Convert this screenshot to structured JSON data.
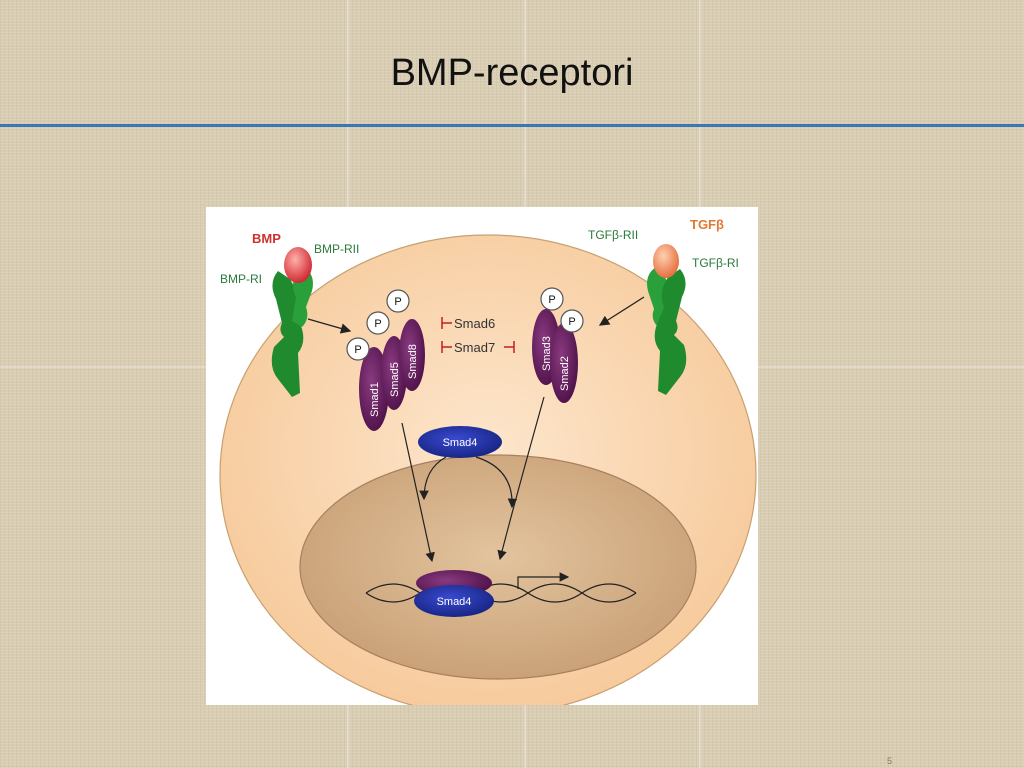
{
  "slide": {
    "title": "BMP-receptori",
    "page_number": "5"
  },
  "diagram": {
    "labels": {
      "bmp": "BMP",
      "bmp_rii": "BMP-RII",
      "bmp_ri": "BMP-RI",
      "tgfb": "TGFβ",
      "tgfb_rii": "TGFβ-RII",
      "tgfb_ri": "TGFβ-RI",
      "smad1": "Smad1",
      "smad5": "Smad5",
      "smad8": "Smad8",
      "smad3": "Smad3",
      "smad2": "Smad2",
      "smad4_cyto": "Smad4",
      "smad4_nucleus": "Smad4",
      "smad6": "Smad6",
      "smad7": "Smad7",
      "p": "P"
    },
    "colors": {
      "bmp_ligand": "#e0424a",
      "tgfb_ligand": "#f08a60",
      "receptor": "#1f8a2e",
      "smad_r": "#5a1a55",
      "smad4": "#1a2a9a",
      "cell": "#fad8b4",
      "nucleus": "#d8b68e",
      "bmp_label": "#d03030",
      "tgfb_label": "#e07a30",
      "receptor_label": "#2a7a3a",
      "inhibitor": "#c02020"
    }
  }
}
